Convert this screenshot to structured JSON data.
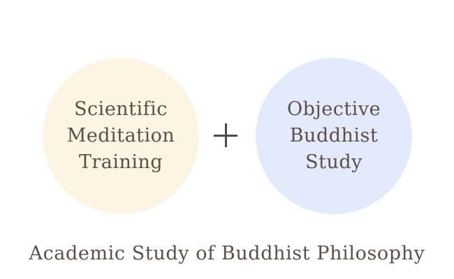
{
  "diagram": {
    "left_circle": {
      "lines": [
        "Scientific",
        "Meditation",
        "Training"
      ],
      "fill_color": "#fcf5e3"
    },
    "operator": {
      "icon": "plus-icon"
    },
    "right_circle": {
      "lines": [
        "Objective",
        "Buddhist",
        "Study"
      ],
      "fill_color": "#e3eafb"
    },
    "result_label": "Academic Study of Buddhist Philosophy",
    "text_color": "#5b4f48"
  }
}
